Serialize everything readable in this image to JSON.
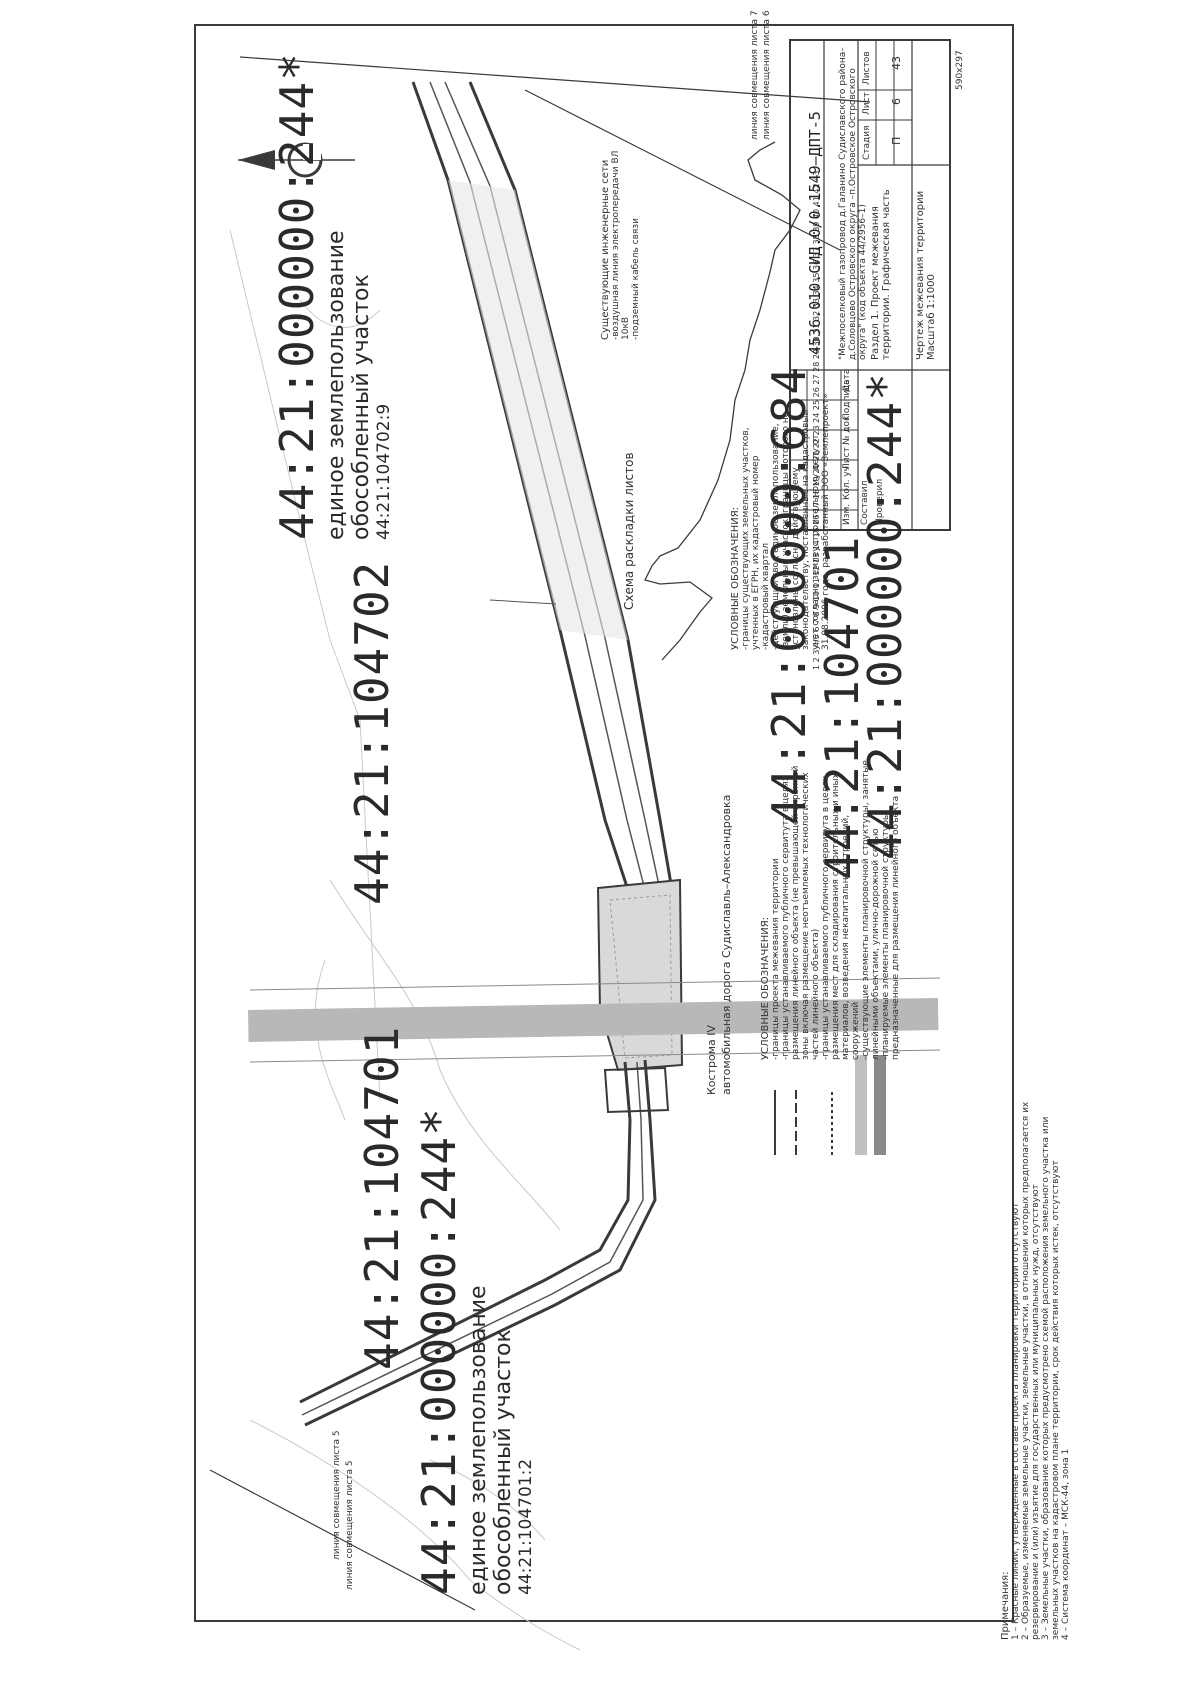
{
  "map": {
    "parcels": [
      {
        "id": "44:21:104702"
      },
      {
        "id": "44:21:104701"
      },
      {
        "id": "44:21:104701"
      },
      {
        "id": "44:21:000000:684"
      },
      {
        "id": "44:21:000000:244*",
        "line1": "единое землепользование",
        "line2": "обособленный участок",
        "line3": "44:21:104702:9"
      },
      {
        "id": "44:21:000000:244*",
        "line1": "единое землепользование",
        "line2": "обособленный участок",
        "line3": "44:21:104701:2"
      },
      {
        "id": "44:21:000000:244*"
      }
    ],
    "match_lines": {
      "sheet6": "линия совмещения листа 6",
      "sheet7": "линия совмещения листа 7",
      "sheet5a": "линия совмещения листа 5",
      "sheet5b": "линия совмещения листа 5"
    },
    "road_label_1": "автомобильная дорога Судиславль–Александровка",
    "road_label_2": "Кострома IV"
  },
  "notes": {
    "title": "Примечания:",
    "items": [
      "1 – Красные линии, утвержденные в составе проекта планировки территории отсутствуют",
      "2 – Образуемые, изменяемые земельные участки, земельные участки, в отношении которых предполагается их резервирование и (или) изъятие для государственных или муниципальных нужд, отсутствуют",
      "3 – Земельные участки, образование которых предусмотрено схемой расположения земельного участка или земельных участков на кадастровом плане территории, срок действия которых истек, отсутствуют",
      "4 – Система координат – МСК-44, зона 1"
    ]
  },
  "legend1": {
    "title": "УСЛОВНЫЕ ОБОЗНАЧЕНИЯ:",
    "items": [
      "-границы проекта межевания территории",
      "-границы устанавливаемого публичного сервитута в целях размещения линейного объекта (не превышающей охранной зоны включая размещение неотъемлемых технологических частей линейного объекта)",
      "-границы устанавливаемого публичного сервитута в целях размещения мест для складирования строительных и иных материалов, возведения некапитальных строений, сооружений",
      "-существующие элементы планировочной структуры, занятые линейными объектами, улично-дорожной сетью",
      "-планируемые элементы планировочной структуры, предназначенные для размещения линейного объекта"
    ]
  },
  "legend2": {
    "title": "УСЛОВНЫЕ ОБОЗНАЧЕНИЯ:",
    "items": [
      "-границы существующих земельных участков, учтенных в ЕГРН, их кадастровый номер",
      "-кадастровый квартал",
      "-действующий свод единое землепользование, (земли) земельный участок, границы которого не установлены согласно действующему законодательству, поставленные на кадастровый учет согласно землеустроительному делу от 31.08.2006 года, разработанный ООО «Землепроект»"
    ]
  },
  "utilities": {
    "title": "Существующие инженерные сети",
    "items": [
      "-воздушная линия электропередачи ВЛ 10кВ",
      "-подземный кабель связи"
    ]
  },
  "layout_scheme": {
    "title": "Схема раскладки листов",
    "sheet_numbers": [
      "1",
      "2",
      "3",
      "4/5",
      "6",
      "7",
      "8",
      "9",
      "10",
      "11",
      "12",
      "13",
      "14",
      "15",
      "16",
      "17",
      "18",
      "19",
      "20",
      "21",
      "22",
      "23",
      "24",
      "25",
      "26",
      "27",
      "28",
      "29",
      "30",
      "31",
      "32",
      "33",
      "34",
      "35",
      "36",
      "37",
      "38",
      "39",
      "40",
      "41",
      "42",
      "43"
    ]
  },
  "title_block": {
    "code": "4536.010.СИД.0/0.1549–ДПТ-5",
    "object_name": "\"Межпоселковый газопровод д.Галанино Судиславского района–д.Соловцово Островского округа –п.Островское Островского округа\" (код объекта 44/2956–1)",
    "section": "Раздел 1. Проект межевания территории. Графическая часть",
    "drawing": "Чертеж межевания территории Масштаб 1:1000",
    "stage_label": "Стадия",
    "stage": "П",
    "sheet_label": "Лист",
    "sheet": "6",
    "sheets_label": "Листов",
    "sheets": "43",
    "cols": [
      "Изм.",
      "Кол. уч",
      "Лист",
      "№ док",
      "Подпись",
      "Дата"
    ],
    "row_compiled": "Составил",
    "row_checked": "Проверил",
    "format": "590x297"
  },
  "colors": {
    "line": "#3a3a3a",
    "road_band": "#b8b8b8",
    "hatch": "#9a9a9a",
    "paper": "#ffffff"
  }
}
